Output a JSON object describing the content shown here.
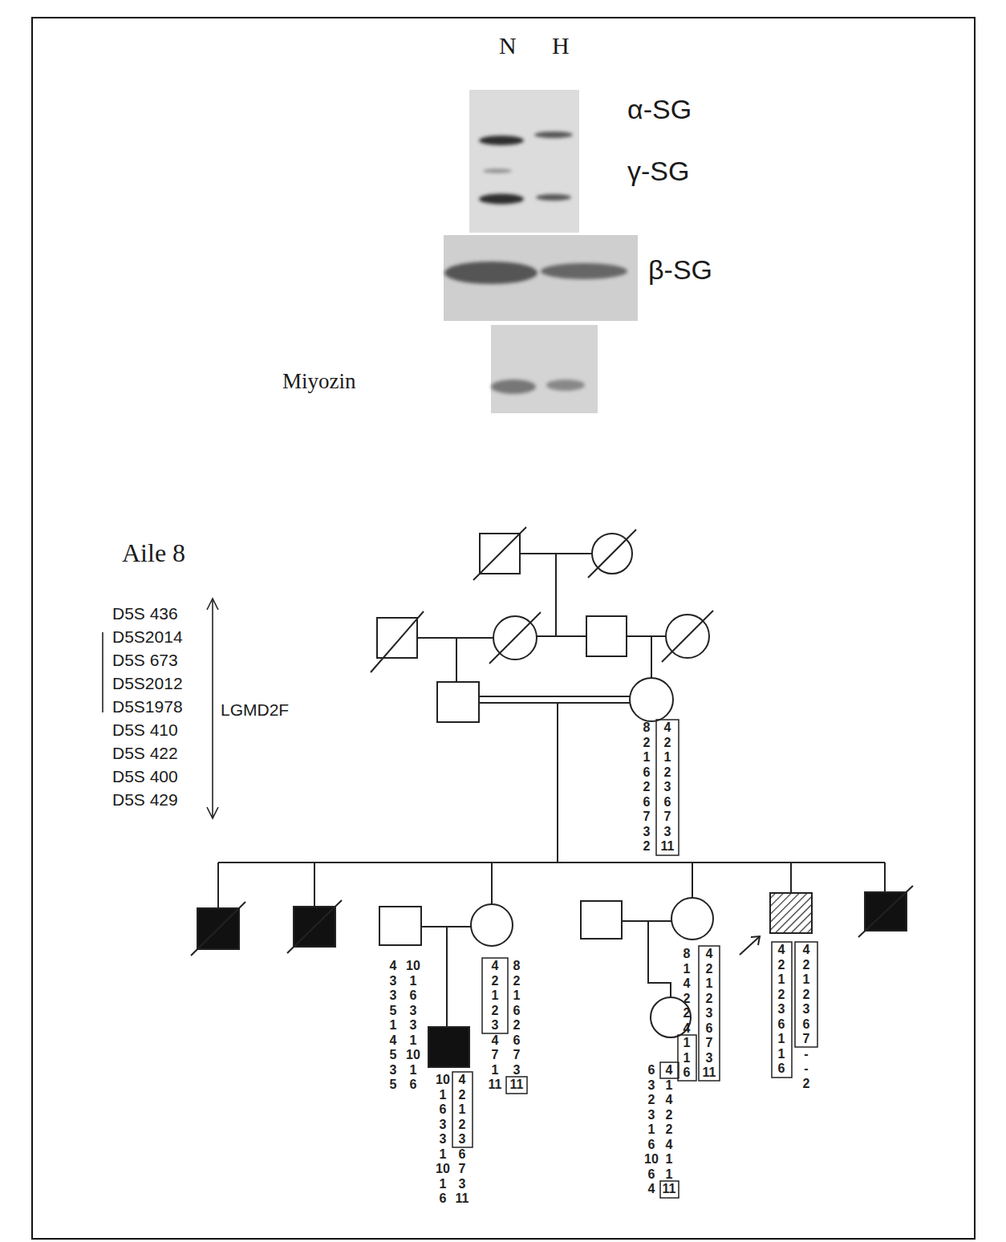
{
  "diagram": {
    "labels": [
      "N",
      "H",
      "α-SG",
      "γ-SG",
      "β-SG",
      "Miyozin",
      "Aile 8",
      "D5S 436",
      "D5S2014",
      "D5S 673",
      "D5S2012",
      "D5S1978",
      "D5S 410",
      "D5S 422",
      "D5S 400",
      "D5S 429",
      "LGMD2F",
      "8 2 1 6 2 6 7 3 2",
      "4 2 1 2 3 6 7 3 11",
      "4 3 3 5 1 4 5 3 5",
      "10 1 6 3 3 1 10 1 6",
      "4 2 1 2 3 4 7 1 11",
      "8 2 1 6 2 6 7 3 11",
      "10 1 6 3 3 1 10 1 6",
      "4 2 1 2 3 6 7 3 11",
      "8 1 4 2 2 4 1 1 6",
      "4 2 1 2 3 6 7 3 11",
      "6 3 2 3 1 6 10 6 4",
      "4 1 4 2 2 4 1 1 11",
      "4 2 1 2 3 6 1 1 6",
      "4 2 1 2 3 6 7 -- 2"
    ]
  }
}
